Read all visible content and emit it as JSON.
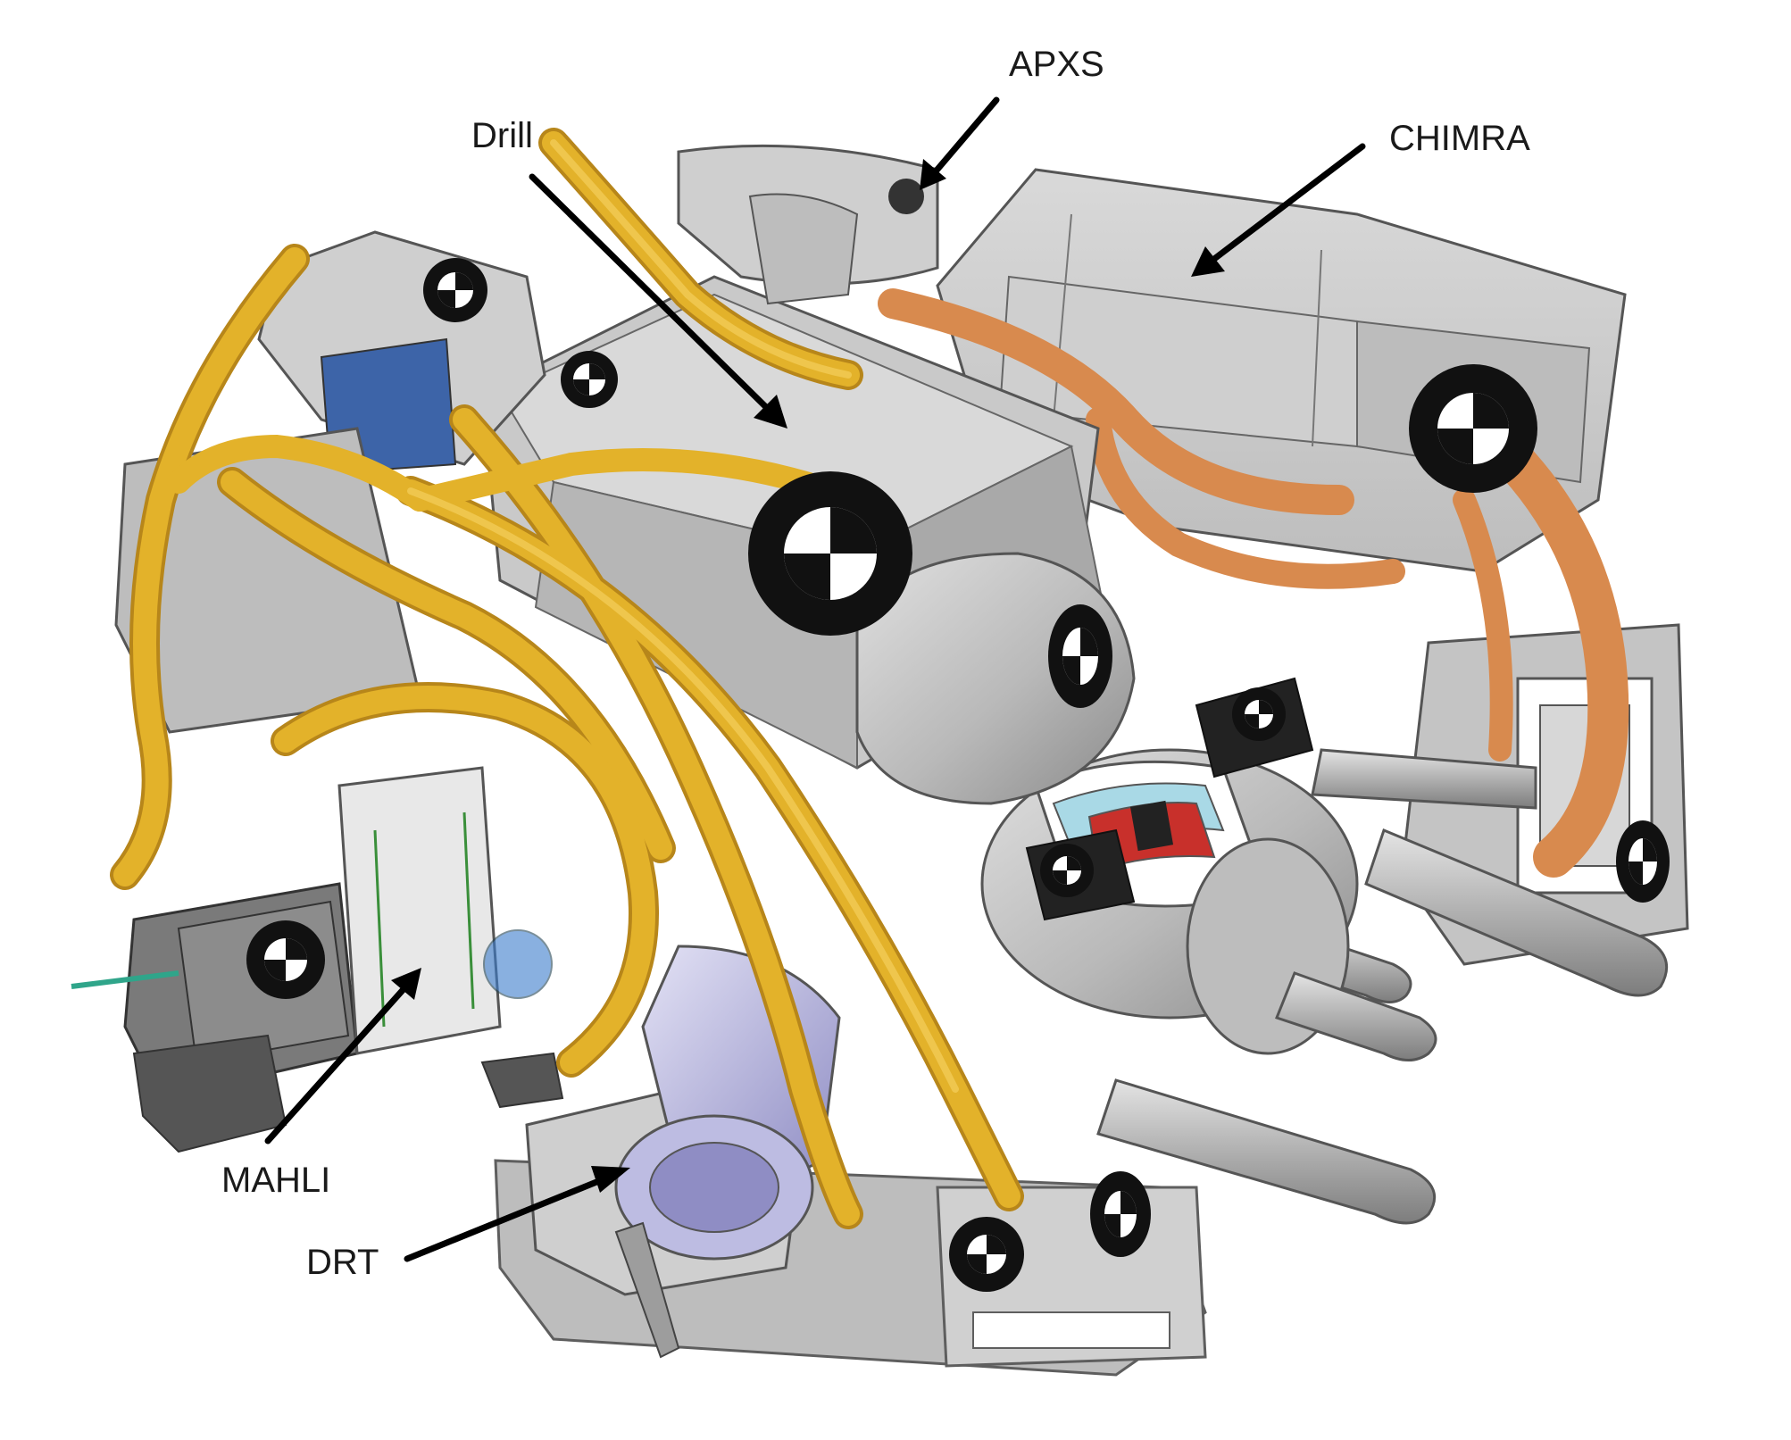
{
  "colors": {
    "background": "#ffffff",
    "cable": "#e3b22a",
    "cable_dark": "#b7861a",
    "metal_light": "#c9c9c9",
    "metal": "#a3a3a3",
    "metal_dark": "#6f6f6f",
    "copper": "#d88a4e",
    "blue": "#3d64a8",
    "lavender": "#a9a8d6",
    "red": "#c8302b",
    "cyan": "#a9d9e6",
    "target_black": "#111111",
    "target_white": "#ffffff",
    "leader": "#000000"
  },
  "callouts": [
    {
      "id": "apxs",
      "label": "APXS"
    },
    {
      "id": "drill",
      "label": "Drill"
    },
    {
      "id": "chimra",
      "label": "CHIMRA"
    },
    {
      "id": "mahli",
      "label": "MAHLI"
    },
    {
      "id": "drt",
      "label": "DRT"
    }
  ],
  "illustration": {
    "icon": "robotic-arm-turret-illustration",
    "fiducial_icon": "fiducial-target-icon"
  }
}
